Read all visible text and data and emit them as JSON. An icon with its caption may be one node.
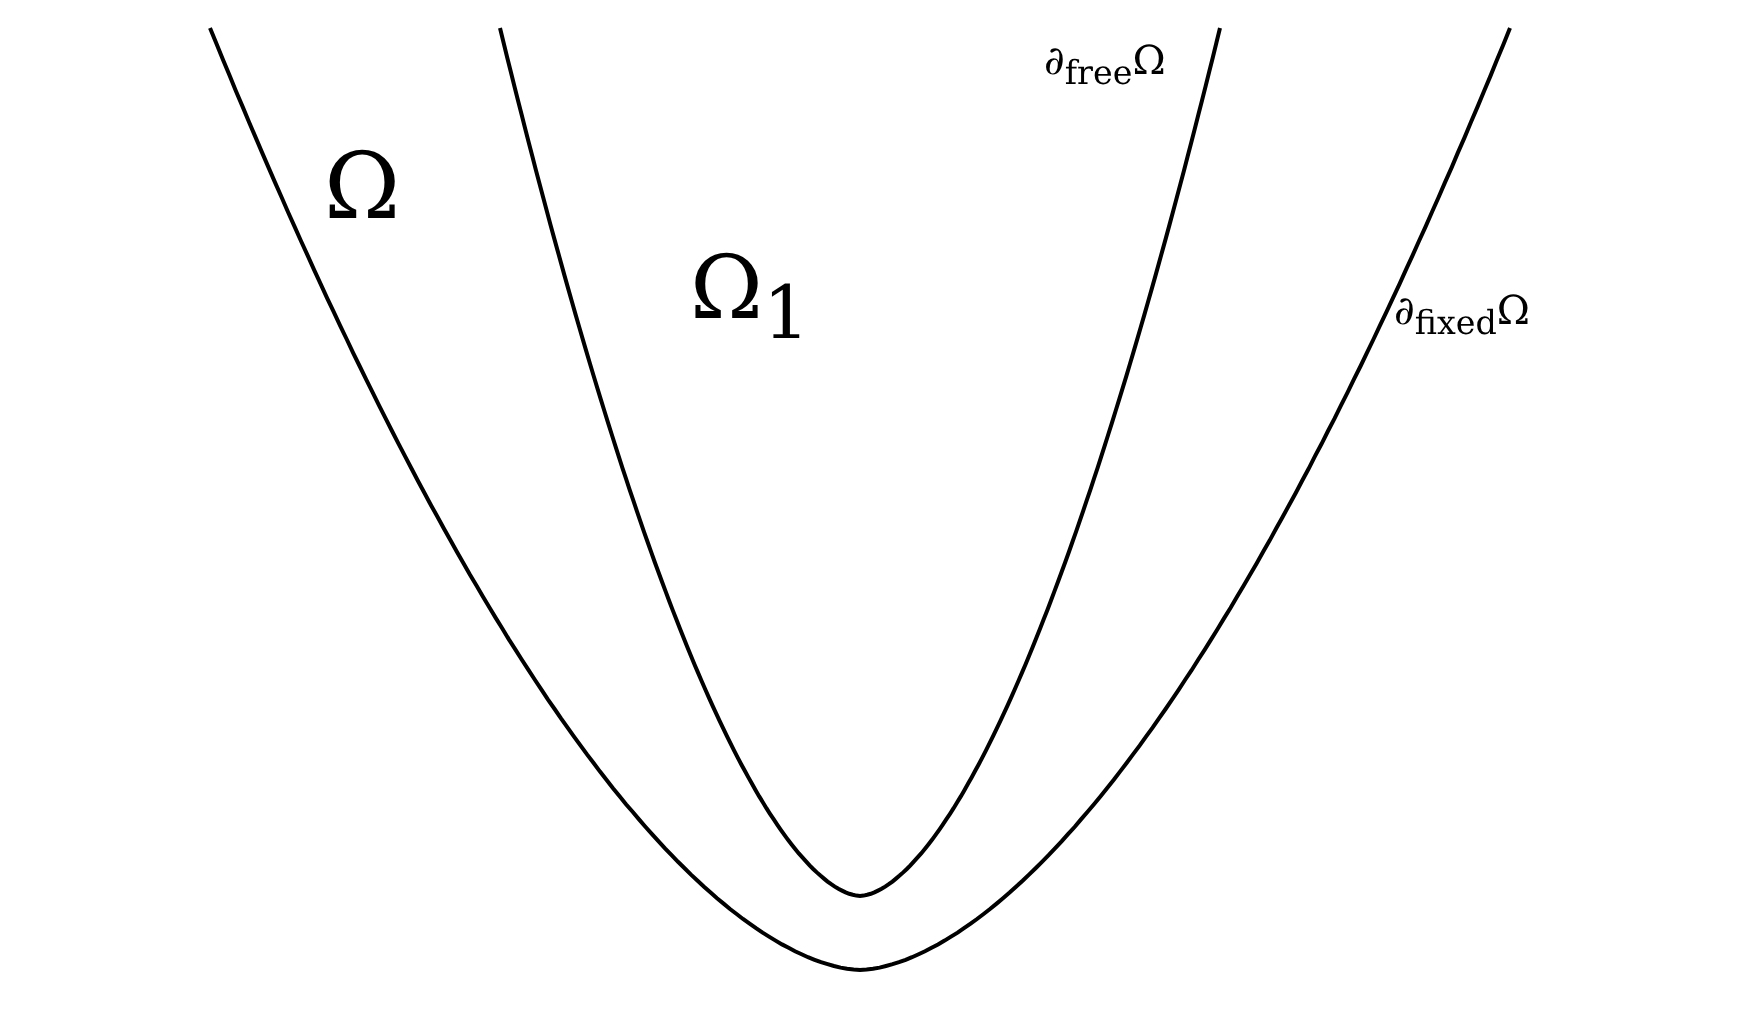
{
  "diagram": {
    "labels": [
      "Ω",
      "Ω$_{1}$",
      "∂$_{free}$Ω",
      "∂$_{fixed}$Ω"
    ]
  }
}
